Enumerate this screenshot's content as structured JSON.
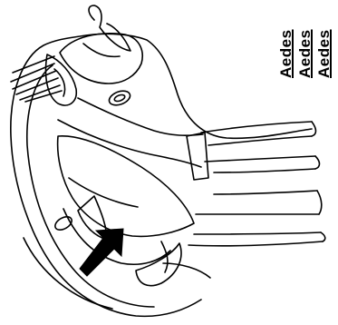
{
  "figure": {
    "labels": [
      "Aedes",
      "Aedes",
      "Aedes"
    ],
    "pointer": "black-arrow"
  }
}
